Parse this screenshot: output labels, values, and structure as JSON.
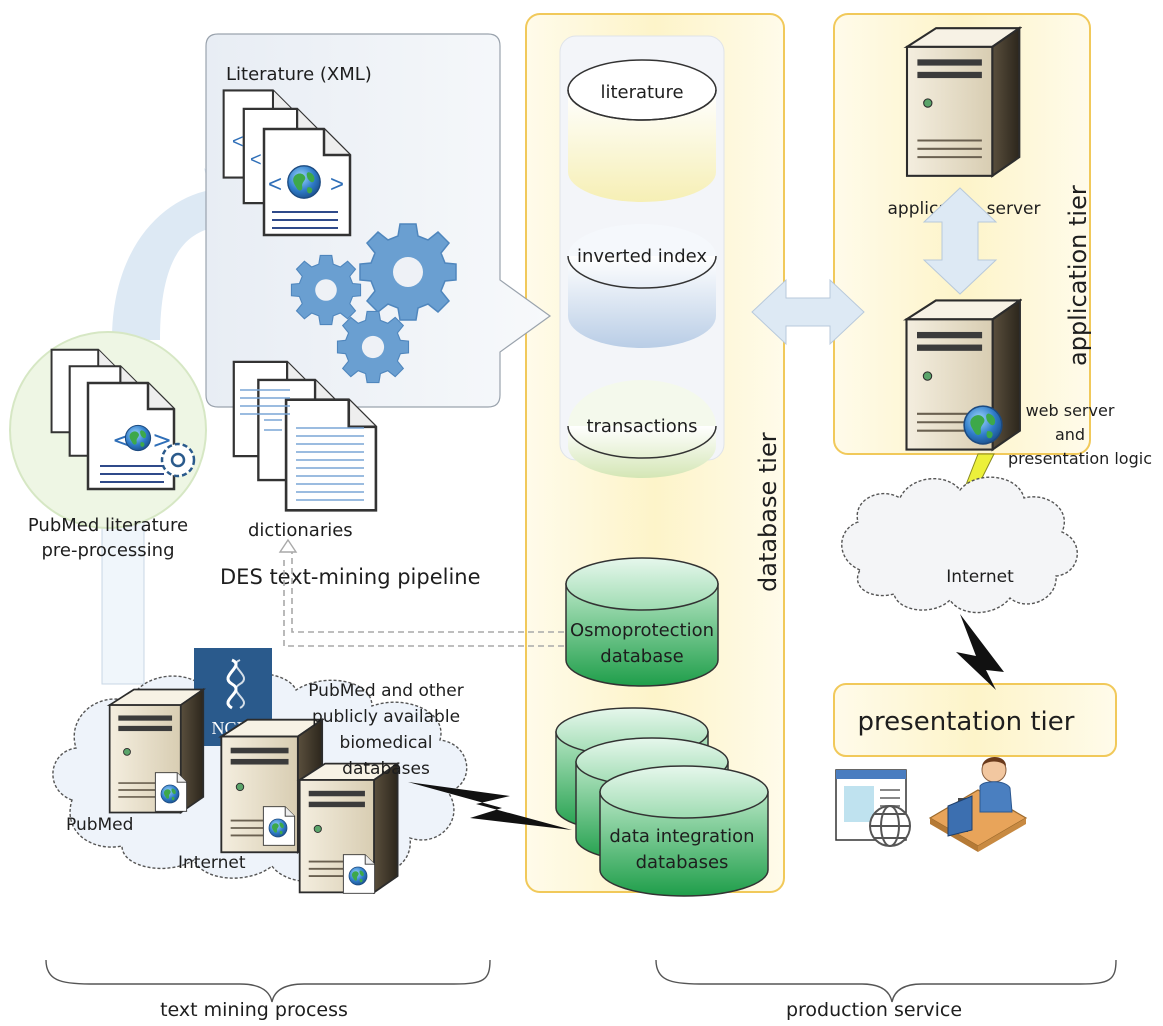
{
  "labels": {
    "literature_xml": "Literature (XML)",
    "gears": "",
    "dictionaries": "dictionaries",
    "pipeline": "DES text-mining pipeline",
    "pubmed_preprocessing_1": "PubMed literature",
    "pubmed_preprocessing_2": "pre-processing",
    "db_literature": "literature",
    "db_inverted_index": "inverted index",
    "db_transactions": "transactions",
    "osmo_1": "Osmoprotection",
    "osmo_2": "database",
    "data_integration_1": "data integration",
    "data_integration_2": "databases",
    "database_tier": "database tier",
    "application_server": "application server",
    "application_tier": "application tier",
    "web_server_1": "web server",
    "web_server_2": "and",
    "web_server_3": "presentation logic",
    "internet_right": "Internet",
    "presentation_tier": "presentation tier",
    "ncbi": "NCBI",
    "pubmed_other_1": "PubMed and other",
    "pubmed_other_2": "publicly available",
    "pubmed_other_3": "biomedical",
    "pubmed_other_4": "databases",
    "pubmed": "PubMed",
    "internet_left": "Internet",
    "text_mining_process": "text mining process",
    "production_service": "production service"
  },
  "colors": {
    "tier_fill": "#fdf6d2",
    "tier_border": "#f1c95a",
    "pipeline_fill": "#eef1f6",
    "arrow_fill": "#dde9f4",
    "green_db": "#2fb05a",
    "ncbi_blue": "#2a5a8c",
    "gear_blue": "#6a9fd1",
    "lightning": "#111111"
  }
}
